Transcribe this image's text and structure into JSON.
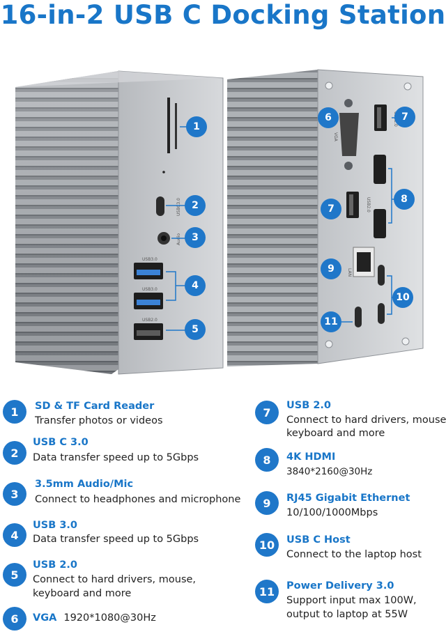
{
  "title": "16-in-2 USB C Docking Station",
  "product": {
    "front_labels": {
      "usb3a": "USB3.0",
      "usb3b": "USB3.0",
      "usb2": "USB2.0",
      "usbc": "USBC3.0",
      "audio": "Audio"
    },
    "back_labels": {
      "vga": "VGA",
      "usb2top": "USB2.0",
      "usb2mid": "USB2.0",
      "lan": "LAN"
    },
    "callouts": [
      "1",
      "2",
      "3",
      "4",
      "5",
      "6",
      "7",
      "7",
      "8",
      "9",
      "10",
      "11"
    ]
  },
  "features": [
    {
      "num": "1",
      "title": "SD & TF Card Reader",
      "desc": [
        "Transfer photos or videos"
      ]
    },
    {
      "num": "2",
      "title": "USB C 3.0",
      "desc": [
        "Data transfer speed up to 5Gbps"
      ]
    },
    {
      "num": "3",
      "title": "3.5mm Audio/Mic",
      "desc": [
        "Connect to headphones and microphone"
      ]
    },
    {
      "num": "4",
      "title": "USB  3.0",
      "desc": [
        "Data transfer speed up to 5Gbps"
      ]
    },
    {
      "num": "5",
      "title": "USB  2.0",
      "desc": [
        "Connect to hard drivers, mouse,",
        "keyboard and more"
      ]
    },
    {
      "num": "6",
      "title": "VGA",
      "desc": [
        "1920*1080@30Hz"
      ]
    },
    {
      "num": "7",
      "title": "USB 2.0",
      "desc": [
        "Connect to hard drivers, mouse,",
        " keyboard and more"
      ]
    },
    {
      "num": "8",
      "title": "4K HDMI",
      "desc": [
        "3840*2160@30Hz"
      ]
    },
    {
      "num": "9",
      "title": "RJ45 Gigabit Ethernet",
      "desc": [
        "10/100/1000Mbps"
      ]
    },
    {
      "num": "10",
      "title": "USB C Host",
      "desc": [
        "Connect to the laptop host"
      ]
    },
    {
      "num": "11",
      "title": "Power Delivery 3.0",
      "desc": [
        "Support input max 100W,",
        "output to laptop at 55W"
      ]
    }
  ],
  "colors": {
    "accent": "#1f77c9",
    "title": "#1976c8",
    "body_text": "#222222",
    "metal": "#9a9ea3"
  }
}
